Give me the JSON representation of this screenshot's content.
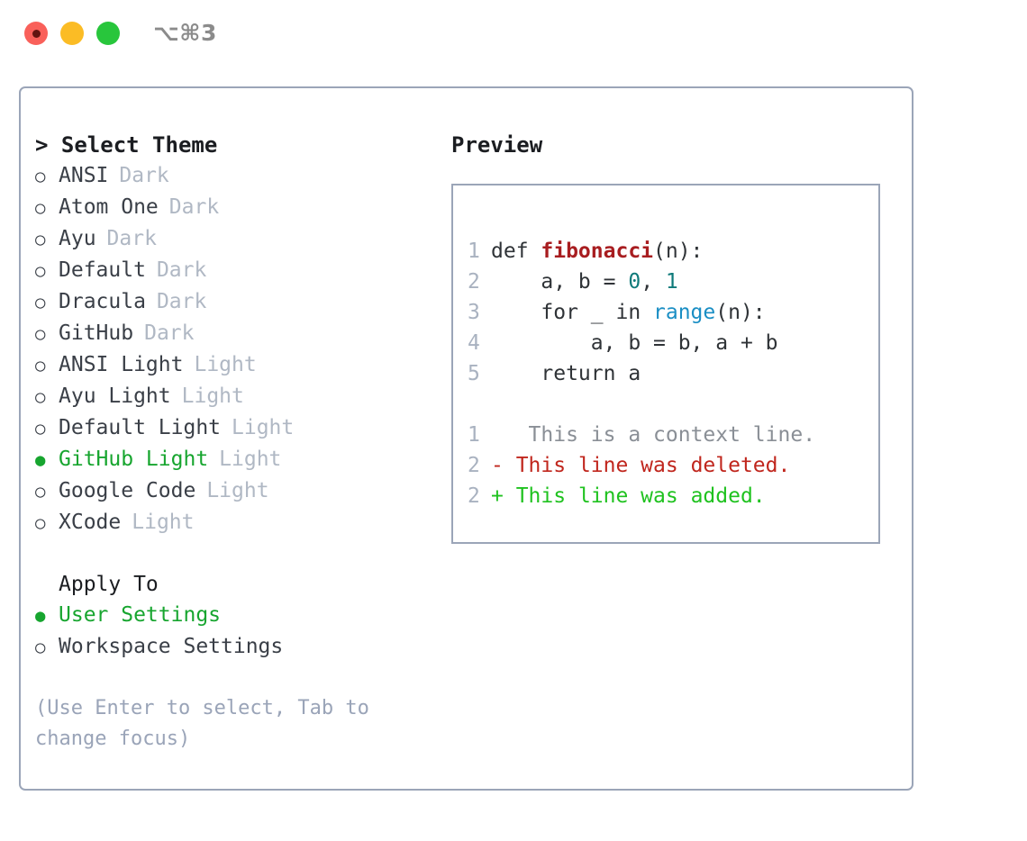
{
  "titlebar": {
    "shortcut": "⌥⌘3",
    "buttons": [
      {
        "name": "close",
        "color": "#f9605a"
      },
      {
        "name": "minimize",
        "color": "#fbbc25"
      },
      {
        "name": "maximize",
        "color": "#28c63c"
      }
    ]
  },
  "theme_picker": {
    "header": "> Select Theme",
    "unselected_marker": "○",
    "selected_marker": "●",
    "selected_color": "#17a52f",
    "items": [
      {
        "label": "ANSI",
        "badge": "Dark",
        "selected": false
      },
      {
        "label": "Atom One",
        "badge": "Dark",
        "selected": false
      },
      {
        "label": "Ayu",
        "badge": "Dark",
        "selected": false
      },
      {
        "label": "Default",
        "badge": "Dark",
        "selected": false
      },
      {
        "label": "Dracula",
        "badge": "Dark",
        "selected": false
      },
      {
        "label": "GitHub",
        "badge": "Dark",
        "selected": false
      },
      {
        "label": "ANSI Light",
        "badge": "Light",
        "selected": false
      },
      {
        "label": "Ayu Light",
        "badge": "Light",
        "selected": false
      },
      {
        "label": "Default Light",
        "badge": "Light",
        "selected": false
      },
      {
        "label": "GitHub Light",
        "badge": "Light",
        "selected": true
      },
      {
        "label": "Google Code",
        "badge": "Light",
        "selected": false
      },
      {
        "label": "XCode",
        "badge": "Light",
        "selected": false
      }
    ]
  },
  "apply_to": {
    "header": "Apply To",
    "items": [
      {
        "label": "User Settings",
        "selected": true
      },
      {
        "label": "Workspace Settings",
        "selected": false
      }
    ]
  },
  "hint": "(Use Enter to select, Tab to change focus)",
  "preview": {
    "title": "Preview",
    "code_lines": [
      {
        "num": "1",
        "segments": [
          {
            "text": "def ",
            "kind": "plain"
          },
          {
            "text": "fibonacci",
            "kind": "fn"
          },
          {
            "text": "(n):",
            "kind": "plain"
          }
        ]
      },
      {
        "num": "2",
        "segments": [
          {
            "text": "    a, b = ",
            "kind": "plain"
          },
          {
            "text": "0",
            "kind": "num"
          },
          {
            "text": ", ",
            "kind": "plain"
          },
          {
            "text": "1",
            "kind": "num"
          }
        ]
      },
      {
        "num": "3",
        "segments": [
          {
            "text": "    for _ in ",
            "kind": "plain"
          },
          {
            "text": "range",
            "kind": "call"
          },
          {
            "text": "(n):",
            "kind": "plain"
          }
        ]
      },
      {
        "num": "4",
        "segments": [
          {
            "text": "        a, b = b, a + b",
            "kind": "plain"
          }
        ]
      },
      {
        "num": "5",
        "segments": [
          {
            "text": "    return a",
            "kind": "plain"
          }
        ]
      }
    ],
    "diff_lines": [
      {
        "num": "1",
        "marker": " ",
        "text": "  This is a context line.",
        "kind": "ctx"
      },
      {
        "num": "2",
        "marker": "-",
        "text": " This line was deleted.",
        "kind": "del"
      },
      {
        "num": "2",
        "marker": "+",
        "text": " This line was added.",
        "kind": "add"
      }
    ]
  },
  "colors": {
    "panel_border": "#9ba5b8",
    "text_primary": "#1b1d21",
    "text_secondary": "#3a3f47",
    "badge": "#b0b8c4",
    "hint": "#9aa4b8",
    "line_number": "#a9b2c0",
    "syntax_function": "#a81d20",
    "syntax_number": "#0f7a7a",
    "syntax_call": "#1a8ec4",
    "diff_context": "#8a8f96",
    "diff_deleted": "#c0261d",
    "diff_added": "#1fc21f"
  }
}
